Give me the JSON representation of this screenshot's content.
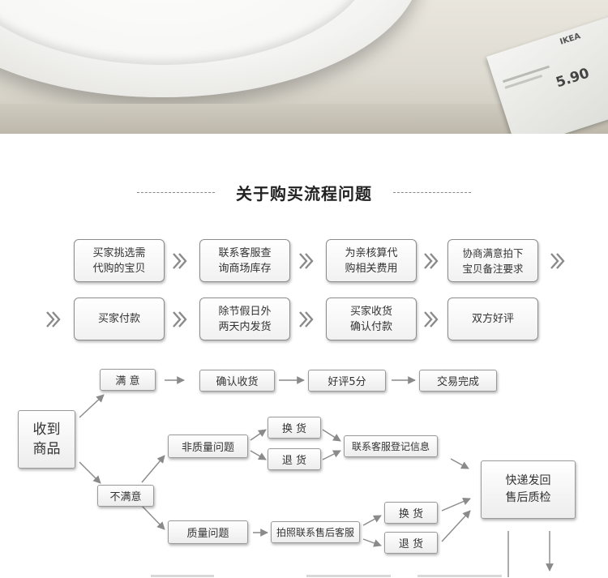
{
  "photo": {
    "brand": "IKEA",
    "price": "5.90"
  },
  "title": "关于购买流程问题",
  "steps_row1": [
    "买家挑选需\n代购的宝贝",
    "联系客服查\n询商场库存",
    "为亲核算代\n购相关费用",
    "协商满意拍下\n宝贝备注要求"
  ],
  "steps_row2": [
    "买家付款",
    "除节假日外\n两天内发货",
    "买家收货\n确认付款",
    "双方好评"
  ],
  "flow": {
    "received": "收到\n商品",
    "satisfied": "满  意",
    "confirm_receipt": "确认收货",
    "good_review": "好评5分",
    "deal_done": "交易完成",
    "unsatisfied": "不满意",
    "non_quality": "非质量问题",
    "exchange_1": "换  货",
    "return_1": "退  货",
    "contact_service": "联系客服登记信息",
    "quality": "质量问题",
    "photo_contact": "拍照联系售后客服",
    "exchange_2": "换  货",
    "return_2": "退  货",
    "express_back": "快递发回\n售后质检"
  }
}
